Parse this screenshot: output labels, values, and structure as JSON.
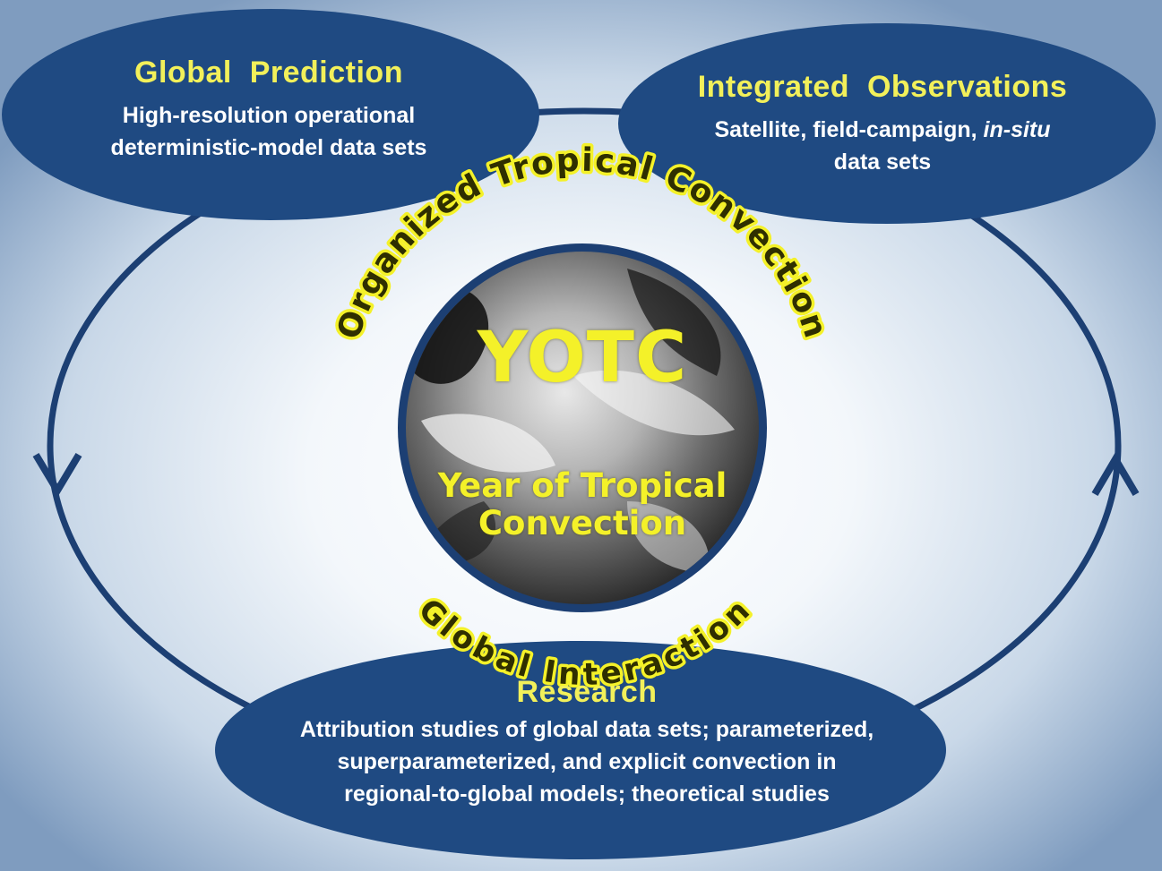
{
  "nodes": {
    "global_prediction": {
      "title": "Global  Prediction",
      "desc_line1": "High-resolution operational",
      "desc_line2": "deterministic-model data sets"
    },
    "integrated_observations": {
      "title": "Integrated  Observations",
      "desc_line1_a": "Satellite, field-campaign, ",
      "desc_line1_b": "in-situ",
      "desc_line2": "data sets"
    },
    "research": {
      "title": "Research",
      "desc_line1": "Attribution studies of global data sets; parameterized,",
      "desc_line2": "superparameterized, and explicit convection in",
      "desc_line3": "regional-to-global models; theoretical studies"
    }
  },
  "center": {
    "title": "YOTC",
    "subtitle_line1": "Year of Tropical",
    "subtitle_line2": "Convection",
    "arc_top": "Organized Tropical Convection",
    "arc_bottom": "Global Interaction"
  },
  "colors": {
    "node_fill": "#1f4a82",
    "cycle_line": "#1c3f73",
    "title_yellow": "#f2f05a",
    "center_yellow": "#f4f129"
  }
}
